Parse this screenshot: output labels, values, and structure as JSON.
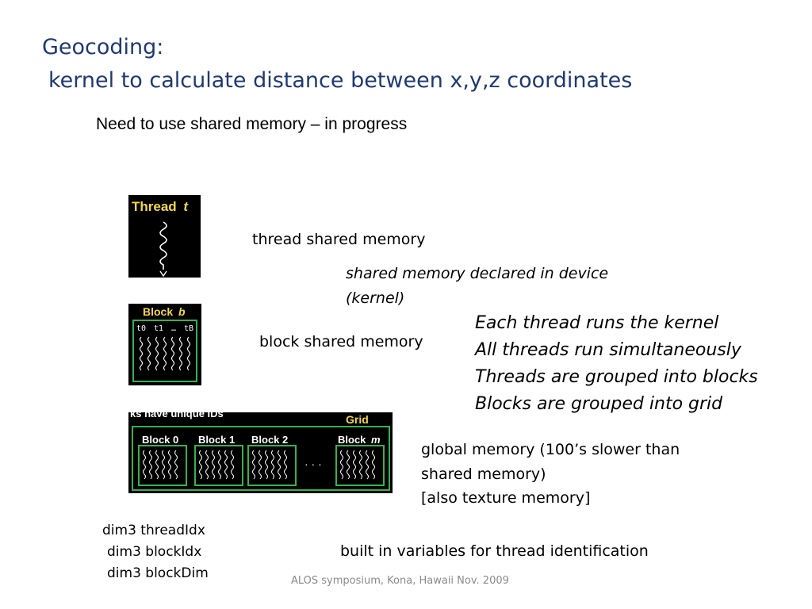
{
  "title": {
    "line1": "Geocoding:",
    "line2": "kernel to calculate distance between x,y,z coordinates"
  },
  "subtitle": "Need to use shared memory – in progress",
  "diagram": {
    "thread": {
      "label": "Thread",
      "var": "t"
    },
    "block": {
      "label": "Block",
      "var": "b",
      "threads": [
        "t0",
        "t1",
        "…",
        "tB"
      ]
    },
    "grid": {
      "header_text": "ks have unique IDs",
      "label": "Grid",
      "blocks": [
        "Block 0",
        "Block 1",
        "Block 2"
      ],
      "ellipsis": "· · ·",
      "last_block_label": "Block",
      "last_block_var": "m"
    }
  },
  "labels": {
    "thread_shared": "thread shared memory",
    "shared_declared_1": "shared memory declared in device",
    "shared_declared_2": "(kernel)",
    "block_shared": "block shared memory",
    "global_1": "global memory (100’s slower than",
    "global_2": "shared memory)",
    "global_3": "[also texture memory]",
    "builtin": "built in variables for thread identification"
  },
  "notes": [
    "Each thread runs the kernel",
    "All threads run simultaneously",
    "Threads are grouped into blocks",
    "Blocks are grouped into grid"
  ],
  "dim3": [
    "dim3 threadIdx",
    "dim3 blockIdx",
    "dim3 blockDim"
  ],
  "footer": "ALOS symposium, Kona, Hawaii Nov. 2009"
}
